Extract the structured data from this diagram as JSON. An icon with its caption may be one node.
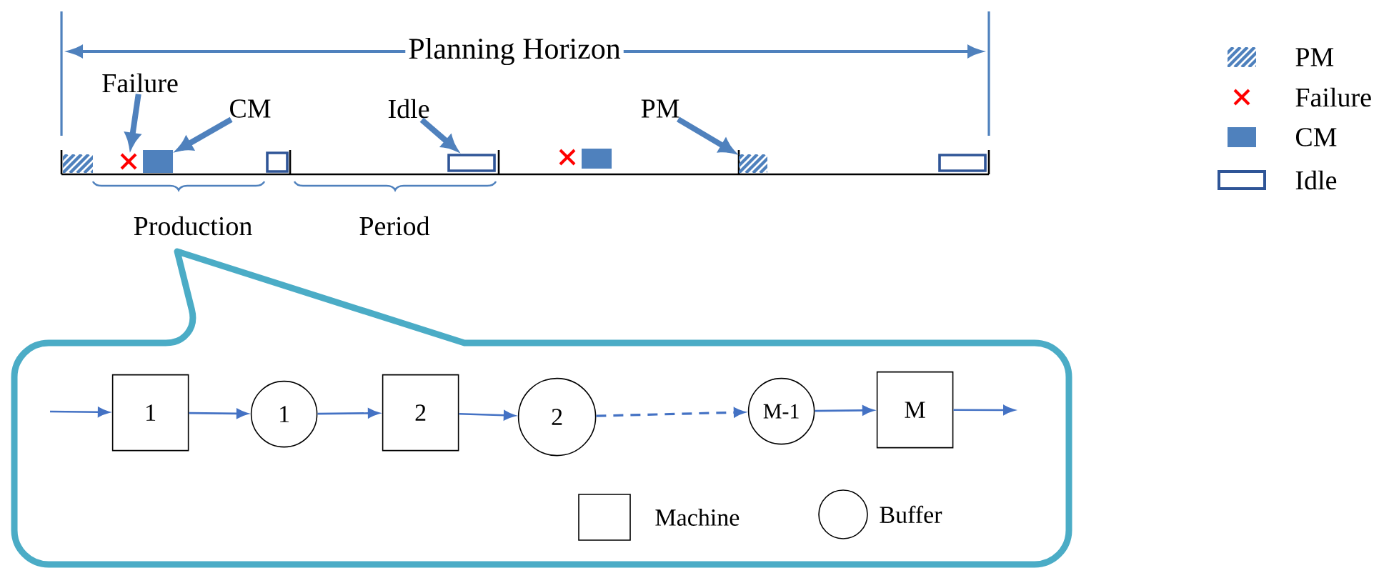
{
  "diagram": {
    "nodes": [
      {
        "text": [],
        "shape": "callout"
      },
      {
        "text": [
          "1"
        ],
        "in": 0
      },
      {
        "text": [
          "1"
        ],
        "in": 0
      },
      {
        "text": [
          "2"
        ],
        "in": 0
      },
      {
        "text": [
          "2"
        ],
        "in": 0
      },
      {
        "text": [
          "M-1"
        ],
        "in": 0
      },
      {
        "text": [
          "M"
        ],
        "in": 0
      },
      {
        "text": [
          "Failure"
        ]
      },
      {
        "text": [
          "CM"
        ]
      },
      {
        "text": [
          "Idle"
        ]
      },
      {
        "text": [
          "PM"
        ]
      },
      {
        "text": [],
        "shape": "box"
      },
      {
        "text": [],
        "shape": "cross"
      },
      {
        "text": [],
        "shape": "box"
      },
      {
        "text": [],
        "shape": "box"
      },
      {
        "text": [],
        "shape": "box"
      },
      {
        "text": [],
        "shape": "cross"
      },
      {
        "text": [],
        "shape": "box"
      },
      {
        "text": [],
        "shape": "box"
      },
      {
        "text": [],
        "shape": "box"
      }
    ],
    "edges": [
      {
        "from": null,
        "to": 1,
        "arrow": "to"
      },
      {
        "from": 1,
        "to": 2,
        "arrow": "to"
      },
      {
        "from": 2,
        "to": 3,
        "arrow": "to"
      },
      {
        "from": 3,
        "to": 4,
        "arrow": "to"
      },
      {
        "from": 4,
        "to": 5,
        "arrow": "to",
        "style": "dashed"
      },
      {
        "from": 5,
        "to": 6,
        "arrow": "to"
      },
      {
        "from": 6,
        "to": null,
        "arrow": "to"
      },
      {
        "from": 7,
        "to": 12,
        "arrow": "to",
        "style": "thick"
      },
      {
        "from": 8,
        "to": 13,
        "arrow": "to",
        "style": "thick"
      },
      {
        "from": 9,
        "to": 15,
        "arrow": "to",
        "style": "thick"
      },
      {
        "from": 10,
        "to": 18,
        "arrow": "to",
        "style": "thick"
      }
    ],
    "labels": [
      "Planning Horizon",
      "Production",
      "Period"
    ],
    "legend": [
      {
        "text": "PM"
      },
      {
        "text": "Failure"
      },
      {
        "text": "CM",
        "color": "#4f81bd"
      },
      {
        "text": "Idle"
      },
      {
        "text": "Machine"
      },
      {
        "text": "Buffer"
      }
    ]
  }
}
